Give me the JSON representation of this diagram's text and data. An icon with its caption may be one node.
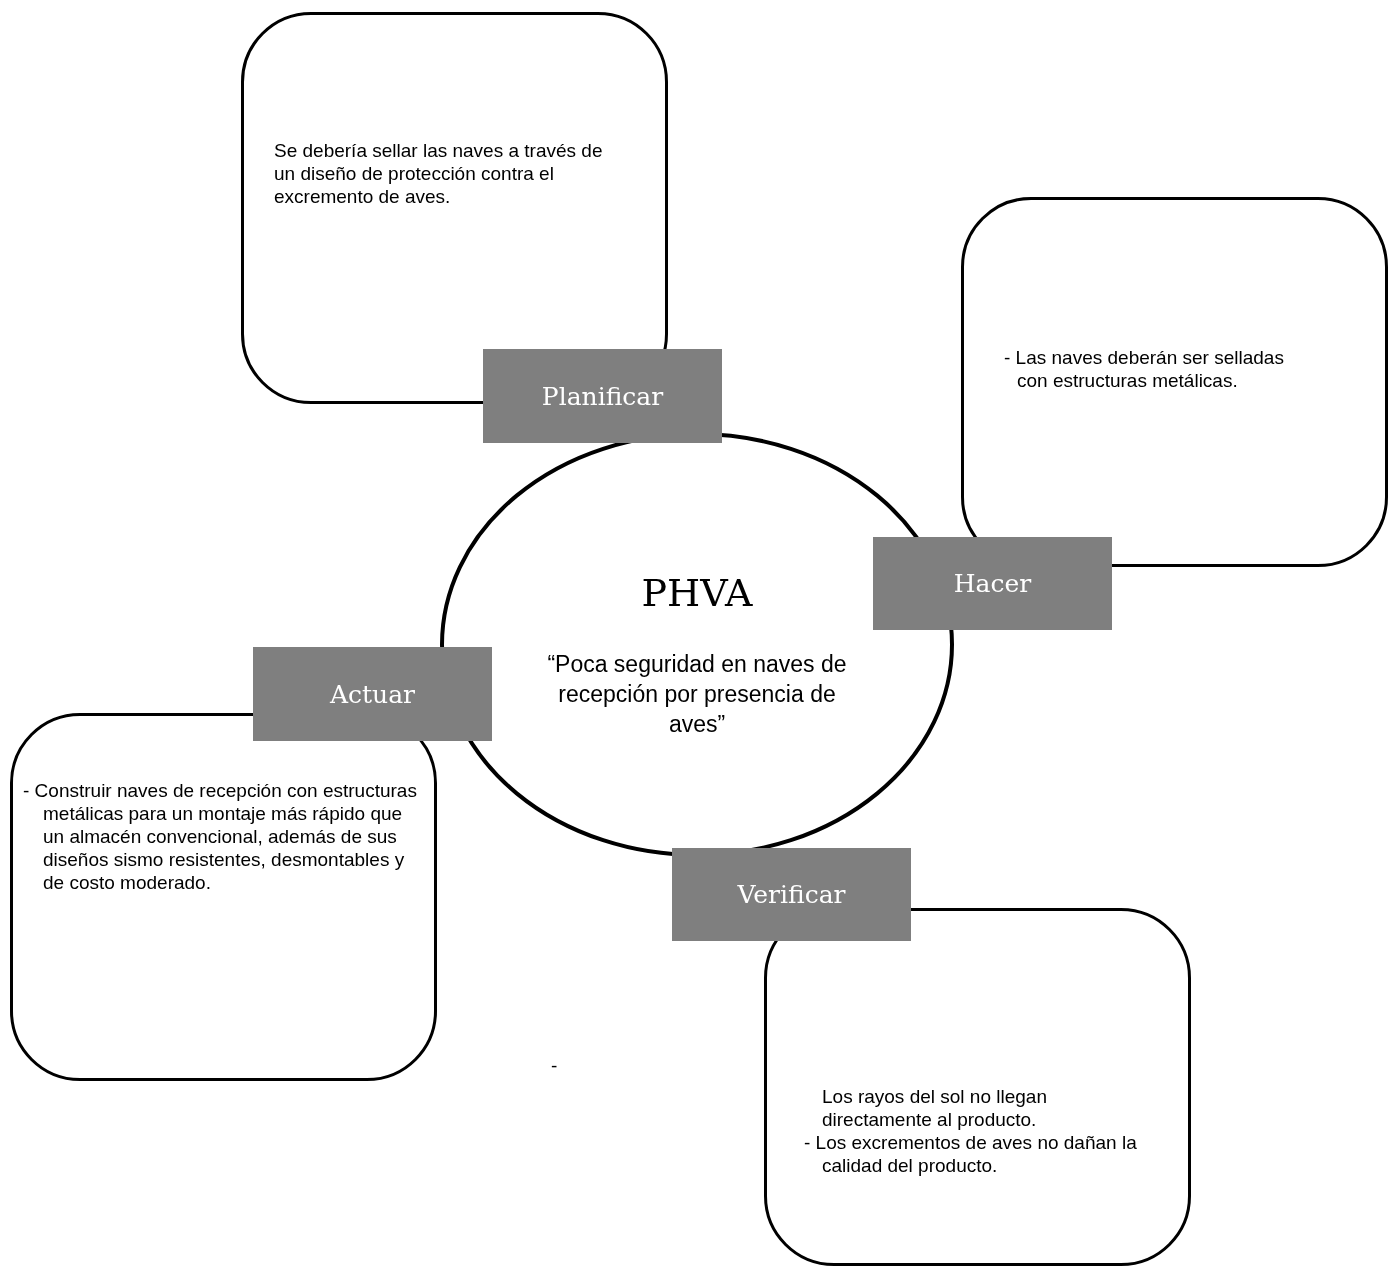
{
  "diagram": {
    "nodes": [
      {
        "text": [
          "Se debería sellar las naves a través de un diseño de protección contra el excremento de aves."
        ]
      },
      {
        "text": [
          "Planificar"
        ]
      },
      {
        "text": [
          "- Las naves deberán ser selladas con estructuras metálicas."
        ]
      },
      {
        "text": [
          "PHVA",
          "“Poca seguridad en naves de recepción por presencia de aves”"
        ]
      },
      {
        "text": [
          "Hacer"
        ]
      },
      {
        "text": [
          "Actuar"
        ]
      },
      {
        "text": [
          "- Construir naves de recepción con estructuras metálicas para un montaje más rápido que un almacén convencional, además de sus diseños sismo resistentes, desmontables y de costo moderado."
        ]
      },
      {
        "text": [
          "Verificar"
        ]
      },
      {
        "text": [
          "Los rayos del sol no llegan directamente al producto.",
          "- Los excrementos de aves no dañan la calidad del producto."
        ]
      }
    ],
    "labels": [
      "-"
    ]
  }
}
